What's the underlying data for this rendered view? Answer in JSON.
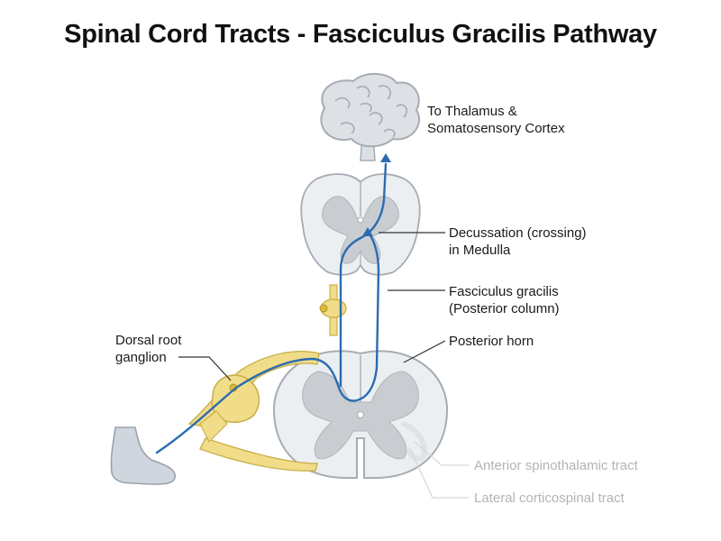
{
  "title": "Spinal Cord Tracts - Fasciculus Gracilis Pathway",
  "labels": {
    "thalamus": [
      "To Thalamus &",
      "Somatosensory Cortex"
    ],
    "decussation": [
      "Decussation (crossing)",
      "in Medulla"
    ],
    "fasciculus": [
      "Fasciculus gracilis",
      "(Posterior column)"
    ],
    "posterior_horn": "Posterior horn",
    "dorsal_root": [
      "Dorsal root",
      "ganglion"
    ],
    "anterior_spinothalamic": "Anterior spinothalamic tract",
    "lateral_corticospinal": "Lateral corticospinal tract"
  },
  "colors": {
    "pathway": "#2b6cb0",
    "nerve": "#f1dc8a",
    "nerve_stroke": "#c9b24a",
    "white_matter": "#eceff2",
    "gray_matter": "#c9cdd2",
    "outline": "#a6acb3",
    "brain": "#dde1e5",
    "foot": "#cfd6de"
  }
}
